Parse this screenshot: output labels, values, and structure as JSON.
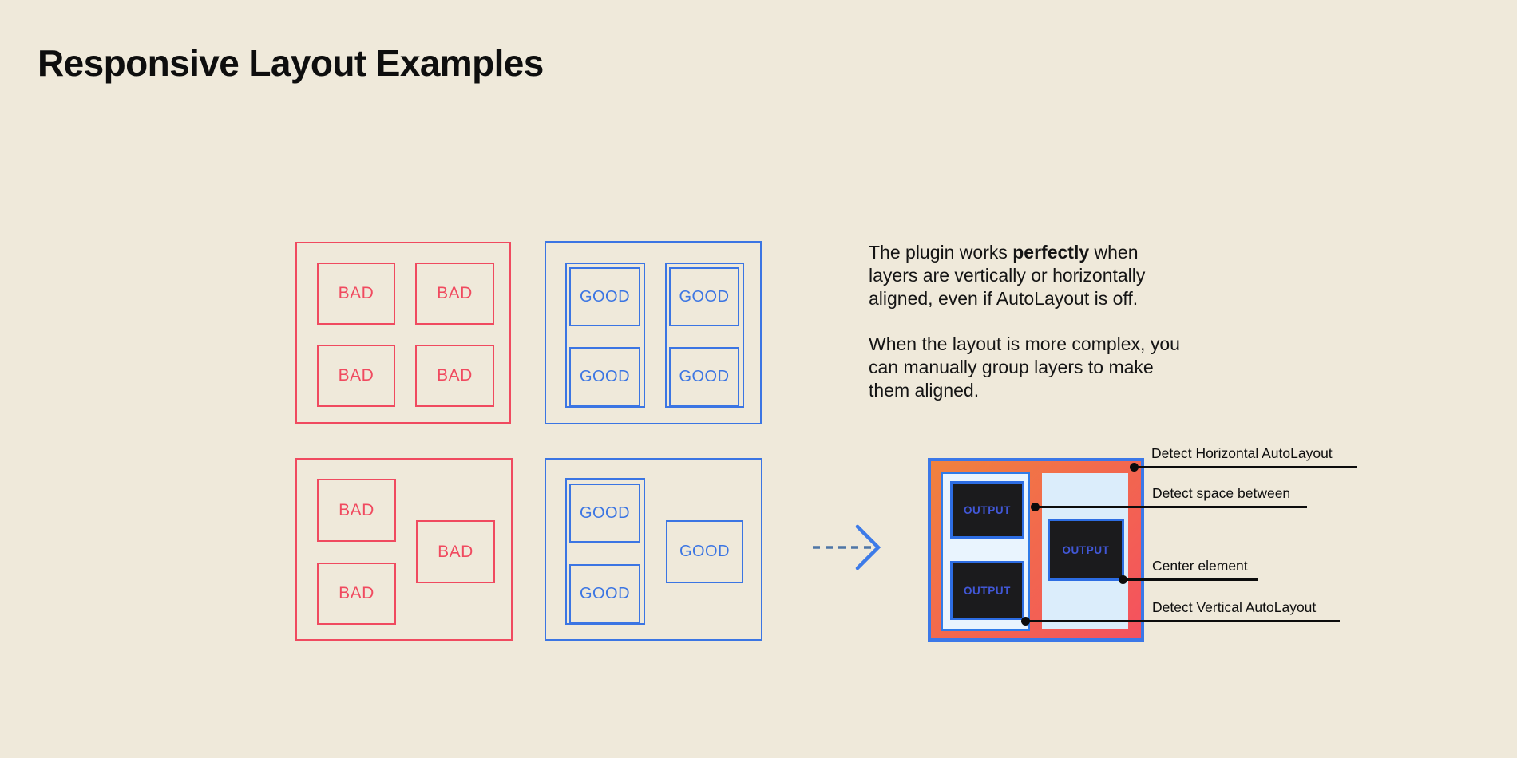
{
  "title": "Responsive Layout Examples",
  "intro": {
    "p1_before": "The plugin works ",
    "p1_bold": "perfectly",
    "p1_after": " when\nlayers are vertically or horizontally\naligned, even if AutoLayout is off.",
    "p2": "When the layout is more complex, you\ncan manually group layers to make\nthem aligned."
  },
  "groups": {
    "bad_grid": {
      "items": [
        "BAD",
        "BAD",
        "BAD",
        "BAD"
      ]
    },
    "good_grid": {
      "items": [
        "GOOD",
        "GOOD",
        "GOOD",
        "GOOD"
      ]
    },
    "bad_free": {
      "items": [
        "BAD",
        "BAD",
        "BAD"
      ]
    },
    "good_free": {
      "items": [
        "GOOD",
        "GOOD",
        "GOOD"
      ]
    },
    "output": {
      "items": [
        "OUTPUT",
        "OUTPUT",
        "OUTPUT"
      ]
    }
  },
  "annotations": [
    {
      "label": "Detect Horizontal AutoLayout"
    },
    {
      "label": "Detect space between"
    },
    {
      "label": "Center element"
    },
    {
      "label": "Detect Vertical AutoLayout"
    }
  ],
  "icons": {
    "arrow": "arrow-right-icon"
  },
  "colors": {
    "background": "#EFE9DA",
    "bad_red": "#F04A5F",
    "good_blue": "#3B75E3",
    "frame_blue": "#3B78E8",
    "gradient_orange": "#F0823E",
    "gradient_red": "#F4515F",
    "panel_light_blue": "#E9F4FE",
    "panel_light_blue_2": "#DBEDFB",
    "dark_box": "#1B1B1D",
    "output_text": "#4157D6",
    "annotation_black": "#0C0C0C"
  }
}
